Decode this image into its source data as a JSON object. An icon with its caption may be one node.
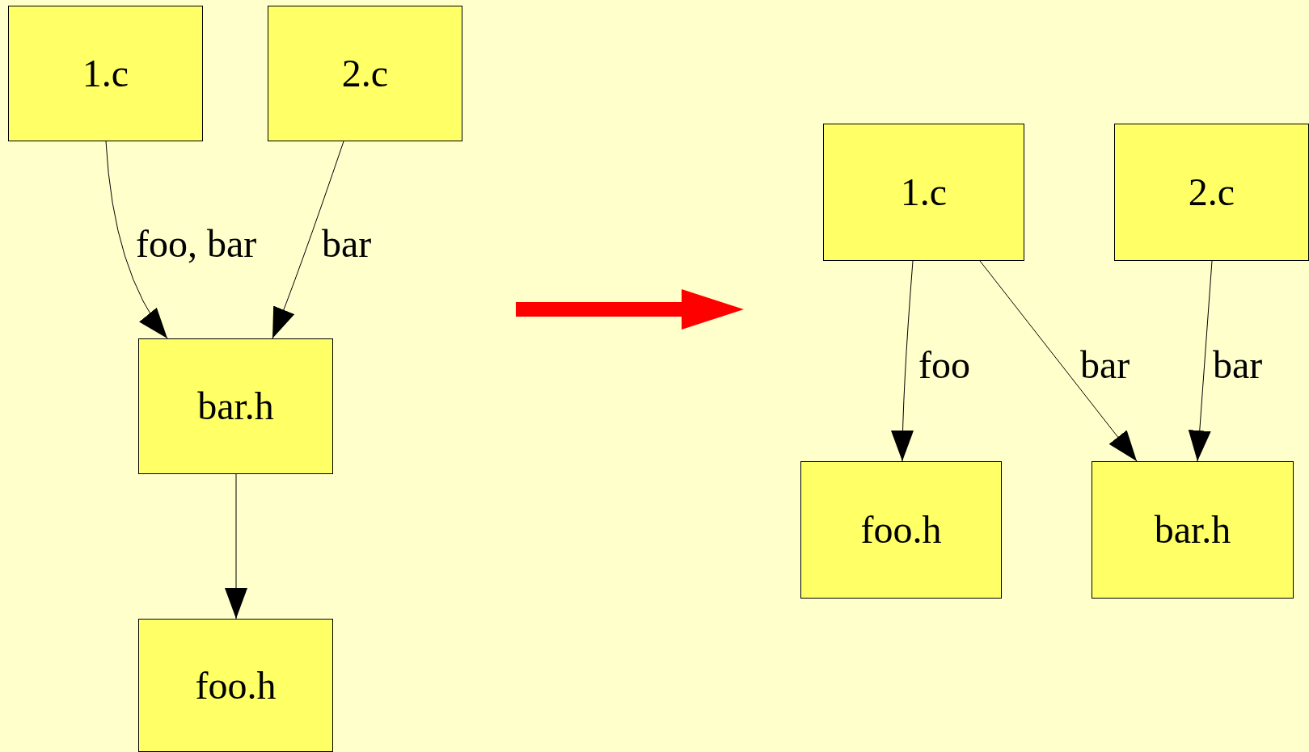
{
  "diagram": {
    "nodes": [
      {
        "text": [
          "1.c"
        ]
      },
      {
        "text": [
          "2.c"
        ]
      },
      {
        "text": [
          "bar.h"
        ]
      },
      {
        "text": [
          "foo.h"
        ]
      },
      {
        "text": [
          "1.c"
        ]
      },
      {
        "text": [
          "2.c"
        ]
      },
      {
        "text": [
          "foo.h"
        ]
      },
      {
        "text": [
          "bar.h"
        ]
      }
    ],
    "edges": [
      {
        "from": 0,
        "to": 2,
        "arrow": "to",
        "label": "foo, bar"
      },
      {
        "from": 1,
        "to": 2,
        "arrow": "to",
        "label": "bar"
      },
      {
        "from": 2,
        "to": 3,
        "arrow": "to"
      },
      {
        "from": 4,
        "to": 6,
        "arrow": "to",
        "label": "foo"
      },
      {
        "from": 4,
        "to": 7,
        "arrow": "to",
        "label": "bar"
      },
      {
        "from": 5,
        "to": 7,
        "arrow": "to",
        "label": "bar"
      }
    ]
  }
}
